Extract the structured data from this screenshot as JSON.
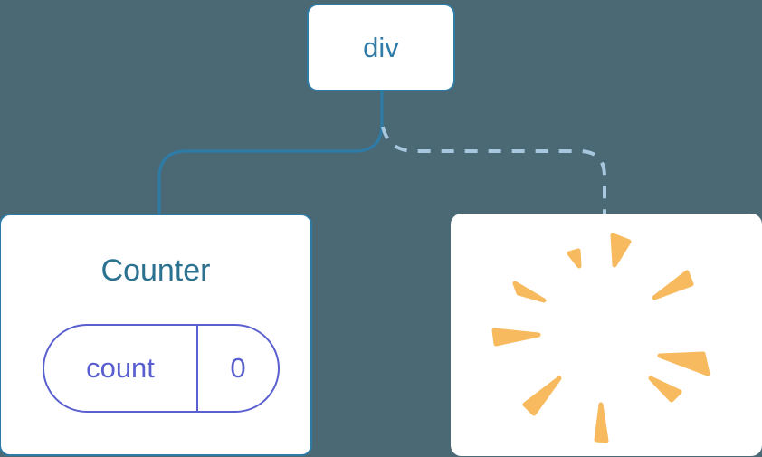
{
  "diagram": {
    "root_node": {
      "label": "div"
    },
    "counter_node": {
      "title": "Counter",
      "state_pill": {
        "key": "count",
        "value": "0"
      }
    },
    "removed_node": {
      "icon": "poof-burst"
    },
    "connections": [
      {
        "from": "div",
        "to": "Counter",
        "style": "solid"
      },
      {
        "from": "div",
        "to": "removed-node",
        "style": "dashed"
      }
    ]
  },
  "colors": {
    "background": "#4b6875",
    "card-bg": "#ffffff",
    "node-border": "#2e7ba6",
    "node-text": "#2f7ca8",
    "counter-title": "#2b7190",
    "solid-line": "#2e7ba6",
    "dashed-line": "#a7c7df",
    "state-accent": "#5a5fd0",
    "poof-orange": "#f8ba5e"
  }
}
